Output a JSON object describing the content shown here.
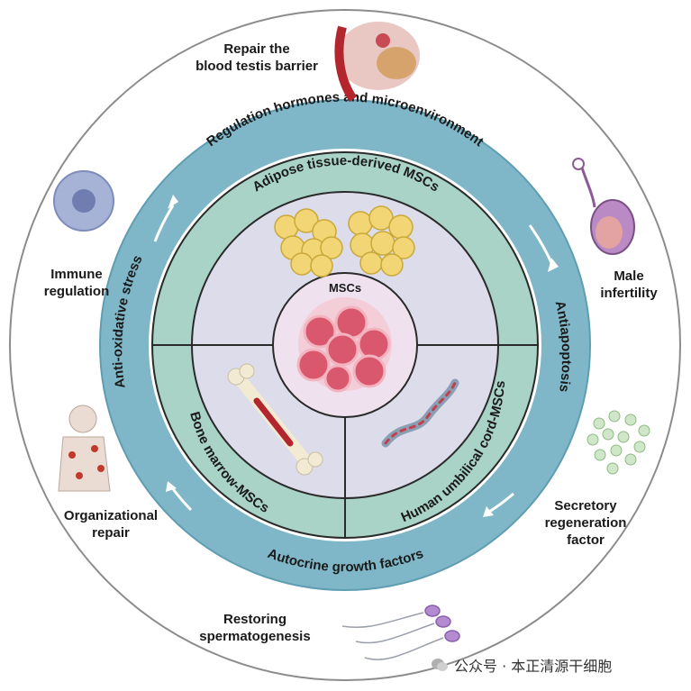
{
  "center": {
    "label": "MSCs"
  },
  "middle_ring": {
    "top": "Adipose tissue-derived MSCs",
    "left": "Bone marrow-MSCs",
    "right": "Human umbilical cord-MSCs"
  },
  "outer_ring": {
    "top": "Regulation hormones and microenvironment",
    "right": "Antiapoptosis",
    "bottom": "Autocrine growth factors",
    "left": "Anti-oxidative stress"
  },
  "outcomes": {
    "repair_btb": "Repair the\nblood testis barrier",
    "male_infertility": "Male\ninfertility",
    "secretory": "Secretory\nregeneration\nfactor",
    "spermatogenesis": "Restoring\nspermatogenesis",
    "organizational": "Organizational\nrepair",
    "immune": "Immune\nregulation"
  },
  "watermark": "公众号 · 本正清源干细胞",
  "colors": {
    "outer_ring": "#7fb7c8",
    "middle_ring": "#a9d3c6",
    "inner_disk": "#dcdcea",
    "center_cells": "#d9586e",
    "fat_cells": "#f2d574"
  }
}
